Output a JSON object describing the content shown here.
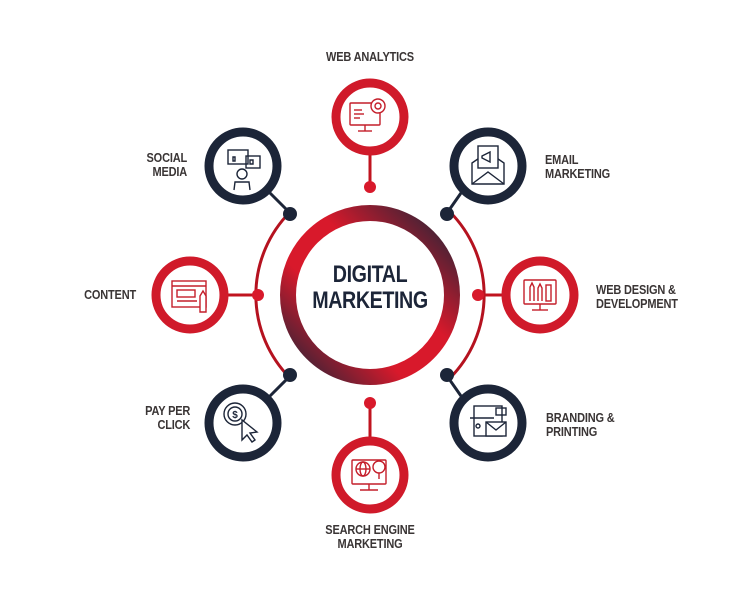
{
  "center": {
    "title_line1": "DIGITAL",
    "title_line2": "MARKETING"
  },
  "colors": {
    "red": "#d8192b",
    "dark_red": "#a4101d",
    "navy": "#1c2538",
    "label_text": "#3a3535"
  },
  "nodes": [
    {
      "id": "web-analytics",
      "line1": "WEB ANALYTICS",
      "line2": "",
      "ring": "red",
      "icon": "monitor-gear-icon"
    },
    {
      "id": "email-marketing",
      "line1": "EMAIL",
      "line2": "MARKETING",
      "ring": "navy",
      "icon": "envelope-megaphone-icon"
    },
    {
      "id": "web-design",
      "line1": "WEB DESIGN &",
      "line2": "DEVELOPMENT",
      "ring": "red",
      "icon": "monitor-design-tools-icon"
    },
    {
      "id": "branding",
      "line1": "BRANDING &",
      "line2": "PRINTING",
      "ring": "navy",
      "icon": "stationery-envelope-icon"
    },
    {
      "id": "search-engine-marketing",
      "line1": "SEARCH ENGINE",
      "line2": "MARKETING",
      "ring": "red",
      "icon": "monitor-globe-magnifier-icon"
    },
    {
      "id": "pay-per-click",
      "line1": "PAY PER",
      "line2": "CLICK",
      "ring": "navy",
      "icon": "dollar-cursor-icon"
    },
    {
      "id": "content",
      "line1": "CONTENT",
      "line2": "",
      "ring": "red",
      "icon": "browser-pencil-icon"
    },
    {
      "id": "social-media",
      "line1": "SOCIAL",
      "line2": "MEDIA",
      "ring": "navy",
      "icon": "person-likes-icon"
    }
  ]
}
